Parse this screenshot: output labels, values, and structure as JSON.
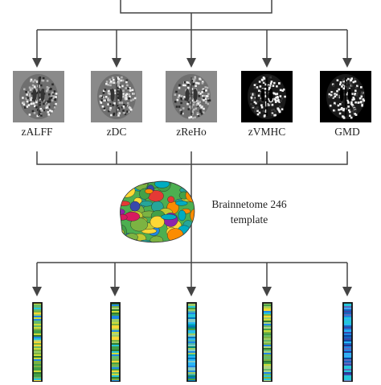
{
  "maps": [
    {
      "label": "zALFF",
      "style": "gray"
    },
    {
      "label": "zDC",
      "style": "gray"
    },
    {
      "label": "zReHo",
      "style": "gray"
    },
    {
      "label": "zVMHC",
      "style": "black"
    },
    {
      "label": "GMD",
      "style": "black"
    }
  ],
  "template": {
    "name_line1": "Brainnetome 246",
    "name_line2": "template"
  },
  "feature_vectors": [
    {
      "palette": "green-yellow-blue"
    },
    {
      "palette": "green-yellow-blue"
    },
    {
      "palette": "cyan-blue-green"
    },
    {
      "palette": "green-yellow-blue"
    },
    {
      "palette": "blue-dominant"
    }
  ],
  "colors": {
    "line": "#444444",
    "background": "#ffffff"
  }
}
